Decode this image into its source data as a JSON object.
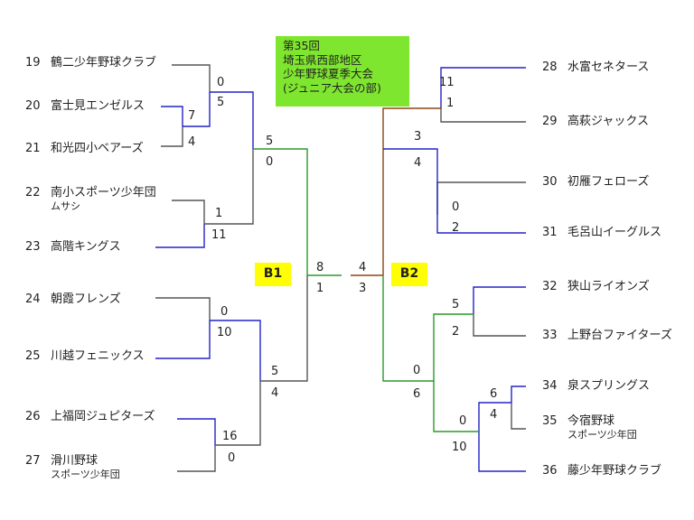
{
  "title_lines": [
    "第35回",
    "埼玉県西部地区",
    "少年野球夏季大会",
    "(ジュニア大会の部)"
  ],
  "blocks": {
    "left": "B1",
    "right": "B2"
  },
  "teams": [
    {
      "num": "19",
      "name": "鶴二少年野球クラブ"
    },
    {
      "num": "20",
      "name": "富士見エンゼルス"
    },
    {
      "num": "21",
      "name": "和光四小ベアーズ"
    },
    {
      "num": "22",
      "name": "南小スポーツ少年団",
      "sub": "ムサシ"
    },
    {
      "num": "23",
      "name": "高階キングス"
    },
    {
      "num": "24",
      "name": "朝霞フレンズ"
    },
    {
      "num": "25",
      "name": "川越フェニックス"
    },
    {
      "num": "26",
      "name": "上福岡ジュピターズ"
    },
    {
      "num": "27",
      "name": "滑川野球",
      "sub": "スポーツ少年団"
    },
    {
      "num": "28",
      "name": "水富セネタース"
    },
    {
      "num": "29",
      "name": "高萩ジャックス"
    },
    {
      "num": "30",
      "name": "初雁フェローズ"
    },
    {
      "num": "31",
      "name": "毛呂山イーグルス"
    },
    {
      "num": "32",
      "name": "狭山ライオンズ"
    },
    {
      "num": "33",
      "name": "上野台ファイターズ"
    },
    {
      "num": "34",
      "name": "泉スプリングス"
    },
    {
      "num": "35",
      "name": "今宿野球",
      "sub": "スポーツ少年団"
    },
    {
      "num": "36",
      "name": "藤少年野球クラブ"
    }
  ],
  "scores": {
    "r1_20_21": [
      "7",
      "4"
    ],
    "r1_19": [
      "0",
      "5"
    ],
    "r1_22_23": [
      "1",
      "11"
    ],
    "qf_left_top": [
      "5",
      "0"
    ],
    "r1_24_25": [
      "0",
      "10"
    ],
    "r1_26_27": [
      "16",
      "0"
    ],
    "qf_left_bottom": [
      "5",
      "4"
    ],
    "semi_b1": [
      "8",
      "1"
    ],
    "final": [
      "4",
      "3"
    ],
    "r1_28_29": [
      "11",
      "1"
    ],
    "r1_30_31": [
      "0",
      "2"
    ],
    "qf_right_top": [
      "3",
      "4"
    ],
    "r1_32_33": [
      "5",
      "2"
    ],
    "r1_34_35": [
      "6",
      "4"
    ],
    "r1_36": [
      "0",
      "10"
    ],
    "qf_right_bottom": [
      "0",
      "6"
    ]
  },
  "colors": {
    "winner": "#2323c8",
    "loser": "#555555",
    "final_left": "#2a9a2a",
    "final_right": "#8b4513",
    "title_bg": "#7fe62f",
    "block_bg": "#ffff00"
  }
}
